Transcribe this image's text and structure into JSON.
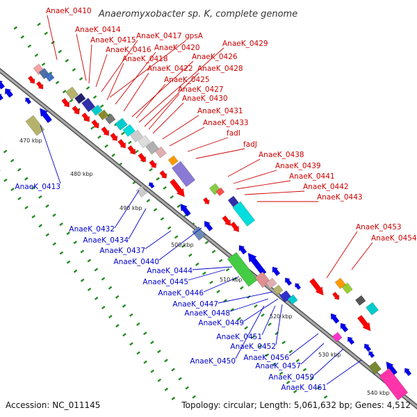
{
  "title": "Anaeromyxobacter sp. K, complete genome",
  "footer": {
    "accession": "Accession: NC_011145",
    "summary": "Topology: circular; Length: 5,061,632 bp; Genes: 4,512"
  },
  "colors": {
    "forward": "#ff0000",
    "reverse": "#0000ee",
    "backbone": "#888888",
    "tick": "#228b22"
  },
  "ticks": [
    "470 kbp",
    "480 kbp",
    "490 kbp",
    "500 kbp",
    "510 kbp",
    "520 kbp",
    "530 kbp",
    "540 kbp"
  ],
  "genes_forward": [
    "AnaeK_0410",
    "AnaeK_0414",
    "AnaeK_0415",
    "AnaeK_0416",
    "AnaeK_0417",
    "gpsA",
    "AnaeK_0418",
    "AnaeK_0420",
    "AnaeK_0422",
    "AnaeK_0426",
    "AnaeK_0429",
    "AnaeK_0425",
    "AnaeK_0428",
    "AnaeK_0427",
    "AnaeK_0430",
    "AnaeK_0431",
    "AnaeK_0433",
    "fadI",
    "fadJ",
    "AnaeK_0438",
    "AnaeK_0439",
    "AnaeK_0441",
    "AnaeK_0442",
    "AnaeK_0443",
    "AnaeK_0453",
    "AnaeK_0454"
  ],
  "genes_reverse": [
    "AnaeK_0413",
    "AnaeK_0432",
    "AnaeK_0434",
    "AnaeK_0437",
    "AnaeK_0440",
    "AnaeK_0444",
    "AnaeK_0445",
    "AnaeK_0446",
    "AnaeK_0447",
    "AnaeK_0448",
    "AnaeK_0449",
    "AnaeK_0451",
    "AnaeK_0452",
    "AnaeK_0450",
    "AnaeK_0456",
    "AnaeK_0457",
    "AnaeK_0459",
    "AnaeK_0461"
  ]
}
